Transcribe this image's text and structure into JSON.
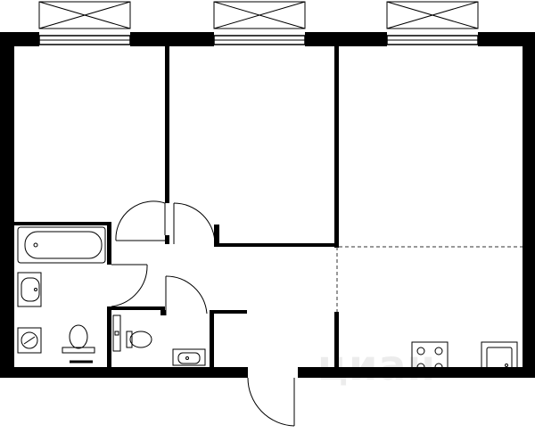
{
  "floor_plan": {
    "watermark_text": "циан",
    "colors": {
      "wall": "#000000",
      "line": "#222222",
      "background": "#ffffff",
      "window_frame": "#ffffff"
    },
    "rooms": [
      "bedroom",
      "living-room",
      "kitchen-living-area",
      "bathroom",
      "toilet",
      "hallway"
    ],
    "fixtures": [
      "bathtub",
      "washbasin",
      "washing-machine",
      "toilet-bowl",
      "stove",
      "kitchen-sink"
    ]
  }
}
